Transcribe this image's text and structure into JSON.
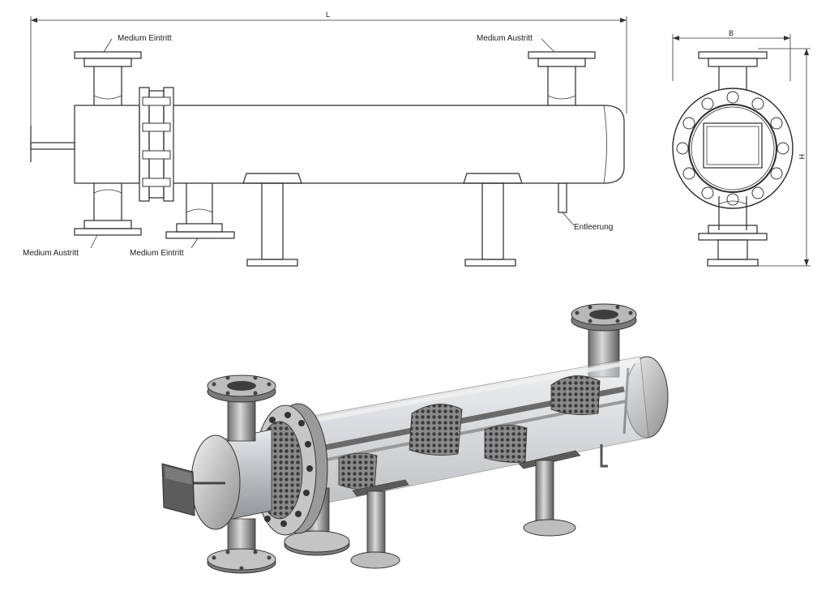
{
  "drawing": {
    "dimensions": {
      "length": "L",
      "width": "B",
      "height": "H"
    },
    "labels": {
      "top_left_inlet": "Medium Eintritt",
      "top_right_outlet": "Medium Austritt",
      "bottom_left_outlet": "Medium Austritt",
      "bottom_inlet": "Medium Eintritt",
      "drain": "Entleerung"
    }
  },
  "colors": {
    "line": "#2a2a2a",
    "steel": "#9a9a9a",
    "glass": "#c9ccd0",
    "background": "#ffffff"
  }
}
